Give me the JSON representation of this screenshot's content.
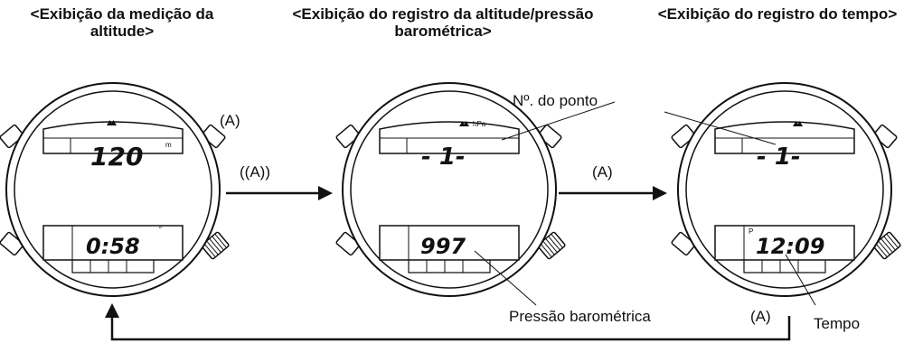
{
  "titles": {
    "altitude_measurement": "<Exibição da medição da altitude>",
    "altitude_pressure_record": "<Exibição do registro da altitude/pressão barométrica>",
    "time_record": "<Exibição do registro do tempo>"
  },
  "watch1": {
    "upper_value": "120",
    "upper_unit": "m",
    "lower_value": "0:58",
    "lower_mark": "″"
  },
  "watch2": {
    "upper_value": "- 1-",
    "upper_unit": "hPa",
    "lower_value": "997"
  },
  "watch3": {
    "upper_value": "- 1-",
    "lower_indicator": "P",
    "lower_value": "12:09"
  },
  "labels": {
    "button_a_top": "(A)",
    "arrow_1": "((A))",
    "arrow_2": "(A)",
    "return_a": "(A)",
    "point_number": "Nº. do ponto",
    "barometric_pressure": "Pressão barométrica",
    "time": "Tempo"
  },
  "icons": {
    "mountain": "mountain-icon"
  }
}
